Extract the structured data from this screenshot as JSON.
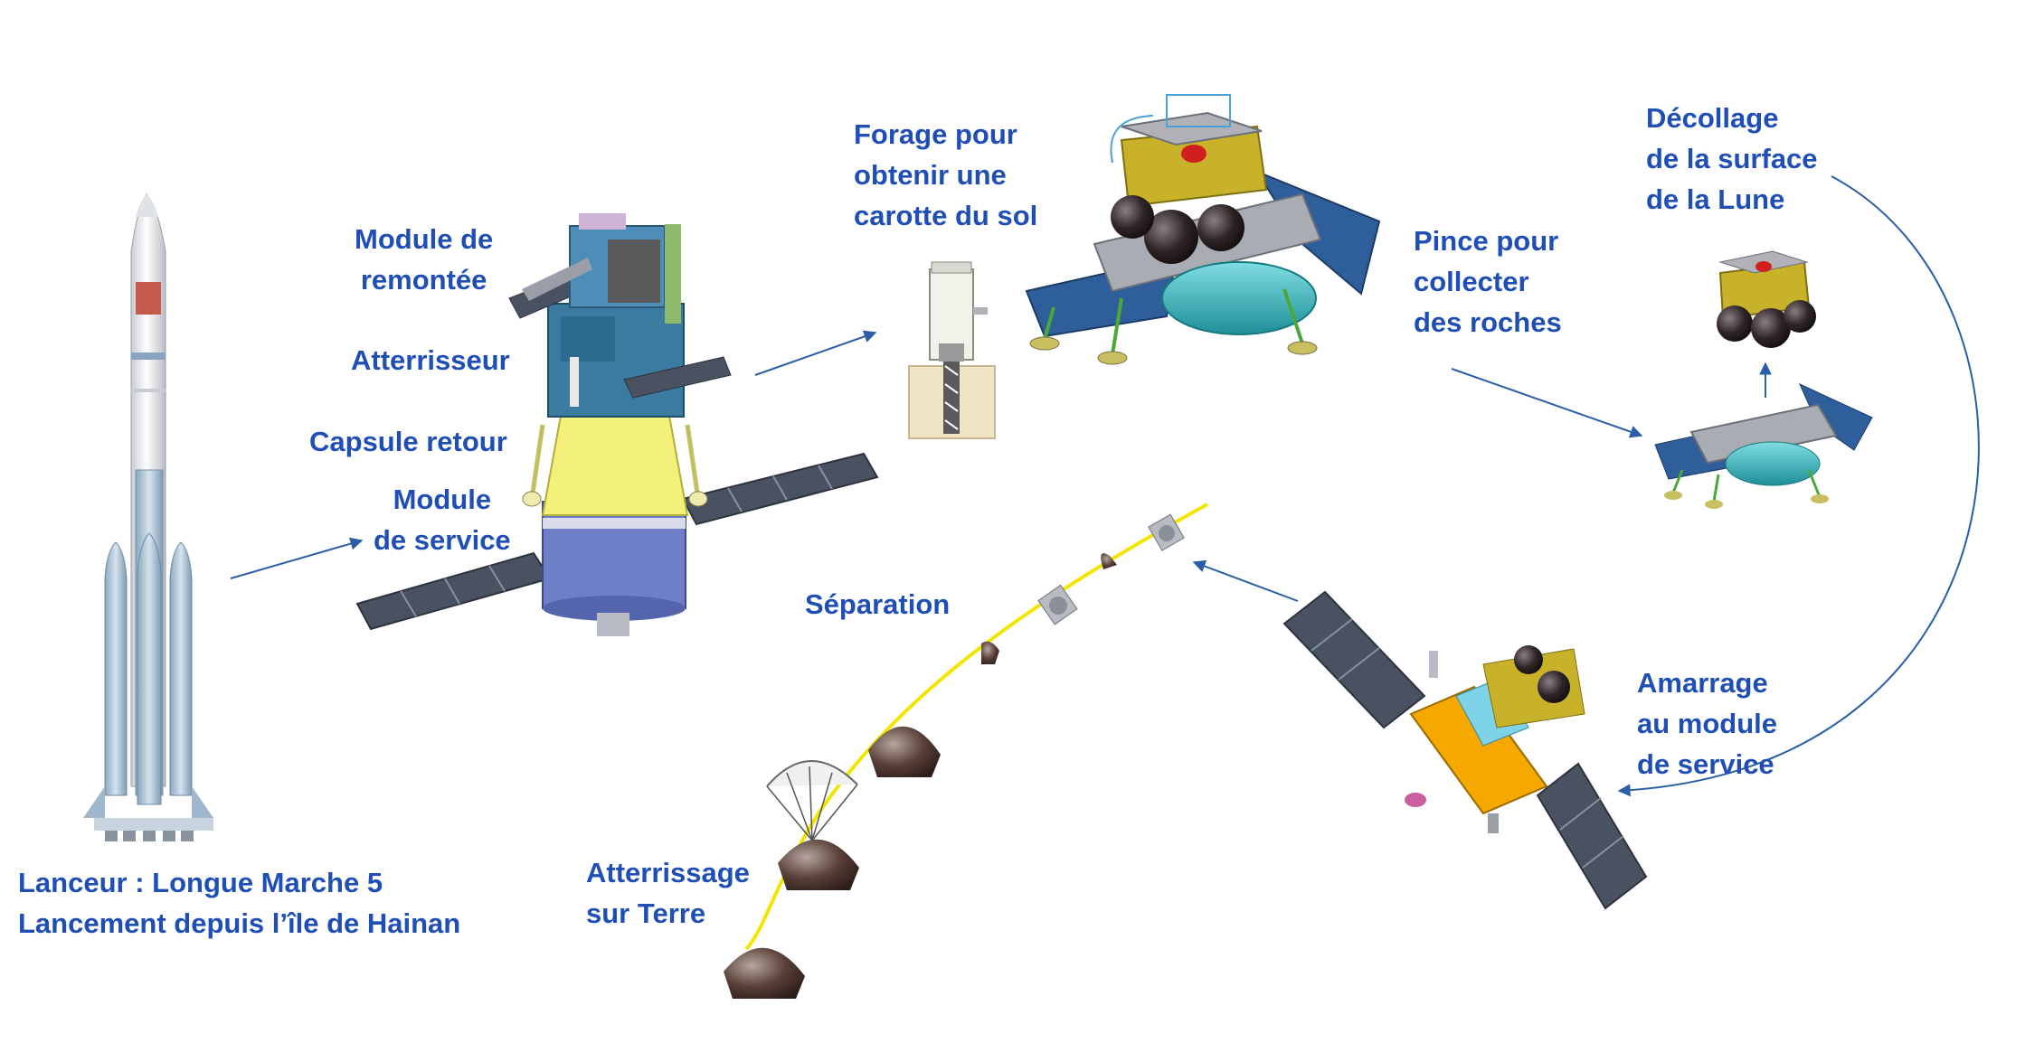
{
  "labels": {
    "launcher": [
      "Lanceur : Longue Marche 5",
      "Lancement depuis l’île de Hainan"
    ],
    "ascent_module": [
      "Module de",
      "remontée"
    ],
    "lander": "Atterrisseur",
    "return_capsule": "Capsule retour",
    "service_module": [
      "Module",
      "de service"
    ],
    "drilling": [
      "Forage pour",
      "obtenir  une",
      "carotte du sol"
    ],
    "scoop": [
      "Pince pour",
      "collecter",
      "des roches"
    ],
    "liftoff": [
      "Décollage",
      "de la surface",
      "de la Lune"
    ],
    "docking": [
      "Amarrage",
      "au module",
      "de service"
    ],
    "separation": "Séparation",
    "earth_landing": [
      "Atterrissage",
      "sur Terre"
    ]
  },
  "colors": {
    "label_text": "#1f4fb4",
    "arrow": "#2a5fa8",
    "trajectory": "#f2e600",
    "capsule": "#5a4038",
    "solar_panel": "#4a5262",
    "lander_body": "#a9acb2",
    "tank_cyan": "#35b8c0",
    "gold_band": "#c8b22a",
    "service_orange": "#f4a800",
    "capsule_yellow": "#f3f07c",
    "service_blue": "#6e7fc8",
    "rocket_body": "#e8eaee",
    "booster": "#a9c2d6"
  },
  "icons": {
    "rocket": "long-march-5-rocket",
    "spacecraft_stack": "chang-e-5-stack",
    "drill": "drill-core-sampler",
    "lander": "lunar-lander",
    "ascent_vehicle": "ascent-vehicle",
    "orbiter": "orbiter-with-ascent-vehicle",
    "capsule": "return-capsule",
    "parachute": "parachute"
  }
}
